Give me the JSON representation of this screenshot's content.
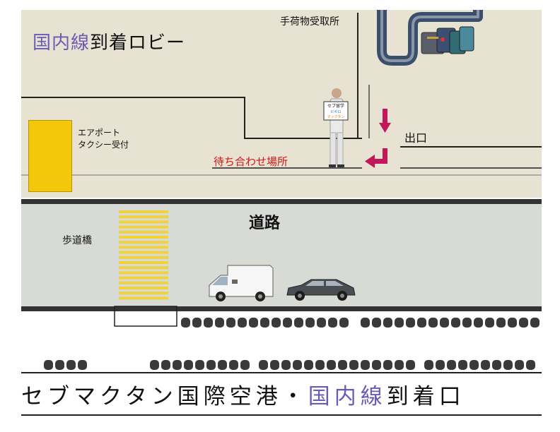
{
  "lobby": {
    "title_accent": "国内線",
    "title_rest": "到着ロビー"
  },
  "baggage_claim_label": "手荷物受取所",
  "taxi": {
    "line1": "エアポート",
    "line2": "タクシー受付"
  },
  "meeting_point_label": "待ち合わせ場所",
  "exit_label": "出口",
  "road_label": "道路",
  "pedestrian_bridge_label": "歩道橋",
  "sign": {
    "line1": "セブ留学",
    "line2": "ビギロ",
    "line3": "マックタン"
  },
  "footer": {
    "title_prefix": "セブマクタン国際空港・",
    "title_accent": "国内線",
    "title_suffix": "到着口"
  },
  "colors": {
    "lobby_floor": "#e8e2d2",
    "road": "#d7dad5",
    "taxi_box": "#f4c80a",
    "arrow": "#c2185b",
    "accent_text": "#6a5bb5",
    "meeting_text": "#d01818",
    "crosswalk": "#f2d23a"
  }
}
